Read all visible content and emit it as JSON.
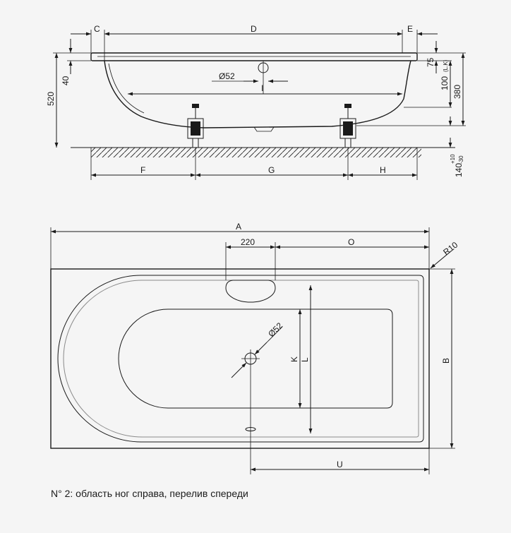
{
  "caption": "N° 2: область ног справа, перелив спереди",
  "side_view": {
    "labels": {
      "C": "C",
      "D": "D",
      "E": "E",
      "F": "F",
      "G": "G",
      "H": "H",
      "I": "I",
      "drain": "Ø52",
      "h520": "520",
      "h40": "40",
      "h75": "75",
      "h100": "100",
      "h100_note": "(L.K)",
      "h380": "380",
      "h140": "140",
      "tol_plus": "+10",
      "tol_minus": "-30"
    }
  },
  "top_view": {
    "labels": {
      "A": "A",
      "O": "O",
      "w220": "220",
      "R10": "R10",
      "drain": "Ø52",
      "K": "K",
      "L": "L",
      "B": "B",
      "U": "U"
    }
  }
}
